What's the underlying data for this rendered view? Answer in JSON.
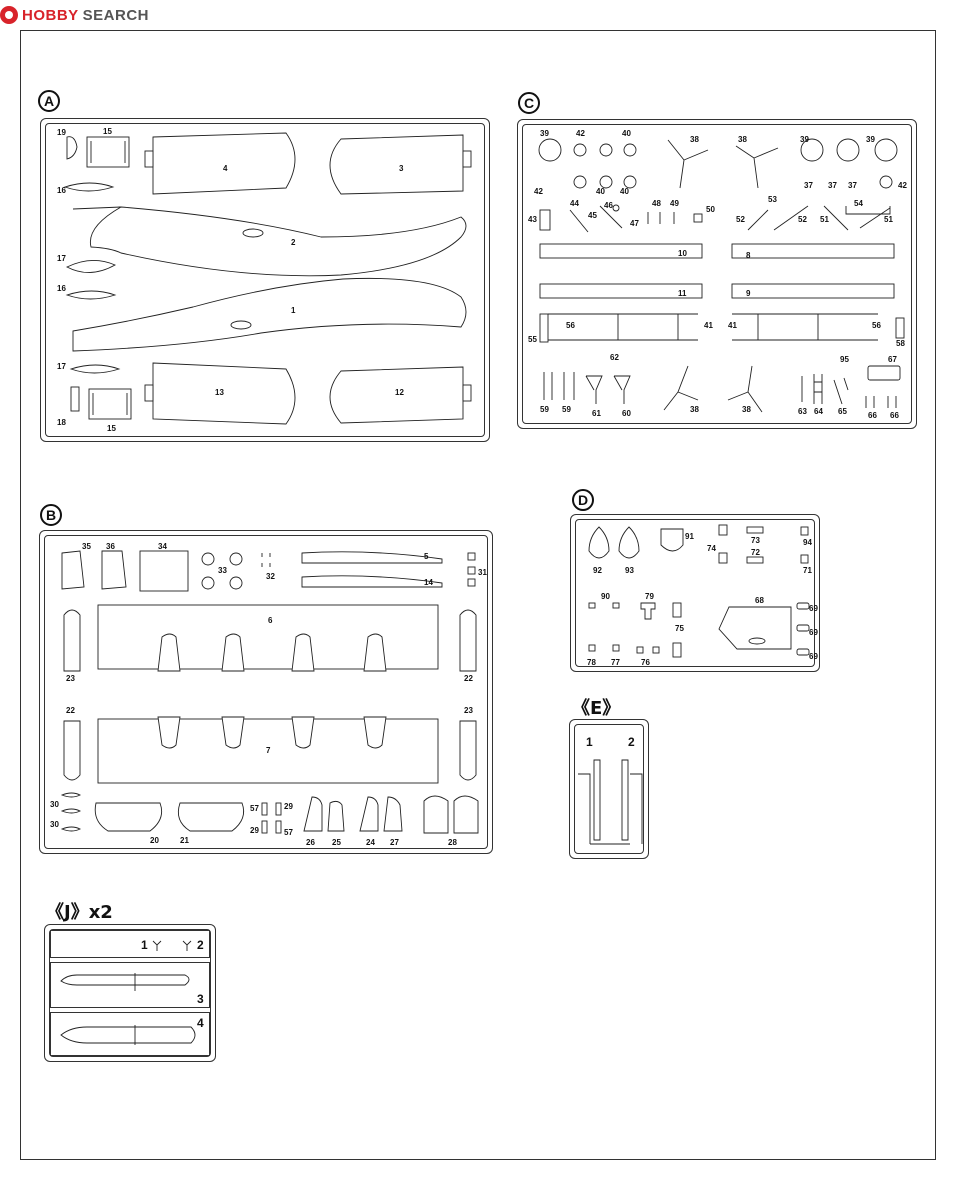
{
  "logo": {
    "prefix": "HOBBY",
    "suffix": "SEARCH"
  },
  "sprues": {
    "A": {
      "letter": "A",
      "labels": [
        "19",
        "15",
        "4",
        "3",
        "16",
        "2",
        "17",
        "16",
        "1",
        "17",
        "13",
        "12",
        "18",
        "15"
      ]
    },
    "B": {
      "letter": "B",
      "labels": [
        "35",
        "36",
        "34",
        "33",
        "32",
        "5",
        "14",
        "31",
        "6",
        "23",
        "22",
        "7",
        "22",
        "23",
        "30",
        "30",
        "20",
        "21",
        "57",
        "29",
        "29",
        "57",
        "26",
        "25",
        "24",
        "27",
        "28"
      ]
    },
    "C": {
      "letter": "C",
      "labels": [
        "39",
        "42",
        "40",
        "38",
        "38",
        "39",
        "39",
        "42",
        "40",
        "40",
        "37",
        "37",
        "37",
        "42",
        "43",
        "44",
        "45",
        "46",
        "47",
        "48",
        "49",
        "50",
        "52",
        "53",
        "52",
        "54",
        "51",
        "51",
        "10",
        "8",
        "11",
        "9",
        "55",
        "56",
        "41",
        "41",
        "56",
        "58",
        "62",
        "95",
        "67",
        "59",
        "59",
        "61",
        "60",
        "38",
        "38",
        "63",
        "64",
        "65",
        "66",
        "66"
      ]
    },
    "D": {
      "letter": "D",
      "labels": [
        "92",
        "93",
        "91",
        "74",
        "73",
        "72",
        "94",
        "71",
        "90",
        "79",
        "75",
        "68",
        "69",
        "69",
        "69",
        "78",
        "77",
        "76"
      ]
    },
    "E": {
      "letter": "《E》",
      "labels": [
        "1",
        "2"
      ]
    },
    "J": {
      "letter": "《J》x2",
      "labels": [
        "1",
        "2",
        "3",
        "4"
      ]
    }
  }
}
